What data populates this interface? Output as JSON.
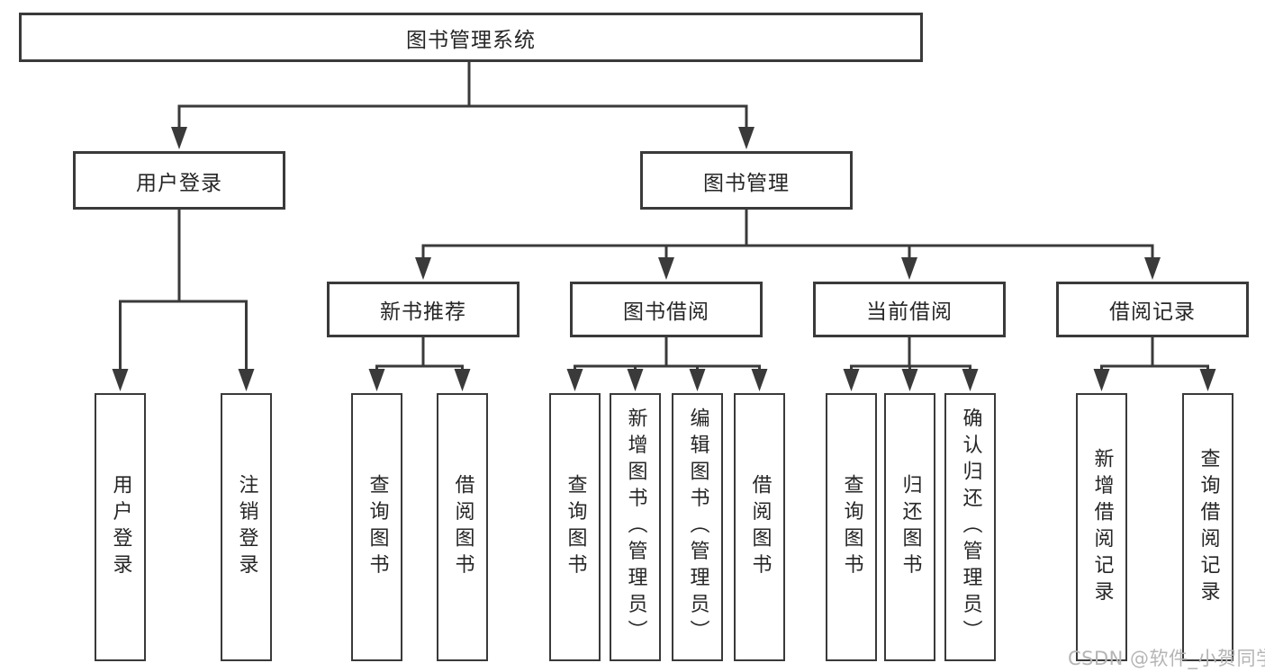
{
  "diagram": {
    "title": "图书管理系统",
    "root": "图书管理系统",
    "level2": [
      {
        "label": "用户登录",
        "children": [
          "用户登录",
          "注销登录"
        ]
      },
      {
        "label": "图书管理",
        "groups": [
          {
            "label": "新书推荐",
            "children": [
              "查询图书",
              "借阅图书"
            ]
          },
          {
            "label": "图书借阅",
            "children": [
              "查询图书",
              "新增图书（管理员）",
              "编辑图书（管理员）",
              "借阅图书"
            ]
          },
          {
            "label": "当前借阅",
            "children": [
              "查询图书",
              "归还图书",
              "确认归还（管理员）"
            ]
          },
          {
            "label": "借阅记录",
            "children": [
              "新增借阅记录",
              "查询借阅记录"
            ]
          }
        ]
      }
    ],
    "line_color": "#3a3a3a"
  },
  "watermark": {
    "text": "CSDN @软件_小贺同学",
    "color": "#b5b5b5"
  }
}
